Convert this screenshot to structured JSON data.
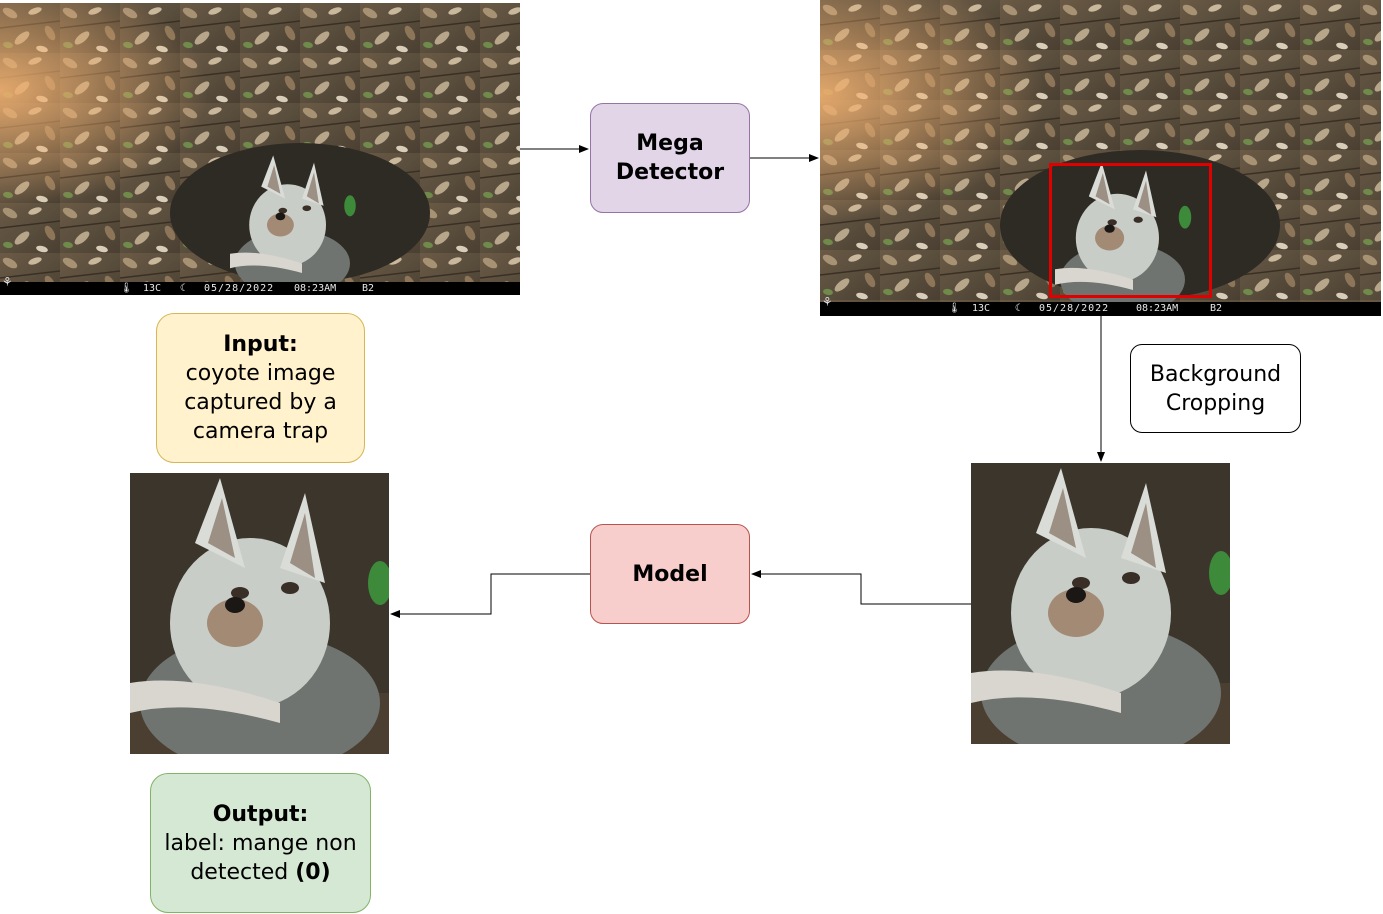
{
  "nodes": {
    "mega_detector": {
      "line1": "Mega",
      "line2": "Detector"
    },
    "model": {
      "label": "Model"
    },
    "crop_note": {
      "line1": "Background",
      "line2": "Cropping"
    },
    "input_note": {
      "title": "Input:",
      "line1": "coyote image",
      "line2": "captured by a",
      "line3": "camera trap"
    },
    "output_note": {
      "title": "Output:",
      "line1": "label: mange non",
      "line2_text": "detected ",
      "line2_bold": "(0)"
    }
  },
  "photos": {
    "original": {
      "description_icon": "coyote-camera-trap-photo",
      "timestamp": {
        "temp": "13C",
        "date": "05/28/2022",
        "time": "08:23AM",
        "camera": "B2"
      }
    },
    "detected": {
      "description_icon": "coyote-camera-trap-photo-with-bbox",
      "timestamp": {
        "temp": "13C",
        "date": "05/28/2022",
        "time": "08:23AM",
        "camera": "B2"
      }
    },
    "cropped": {
      "description_icon": "cropped-coyote-photo"
    },
    "output": {
      "description_icon": "cropped-coyote-photo"
    }
  },
  "colors": {
    "mega_fill": "#e1d5e7",
    "mega_stroke": "#9673a6",
    "model_fill": "#f8cecc",
    "model_stroke": "#b85450",
    "input_fill": "#fff2cc",
    "input_stroke": "#d6b656",
    "output_fill": "#d5e8d4",
    "output_stroke": "#82b366",
    "bbox": "#e00000"
  }
}
